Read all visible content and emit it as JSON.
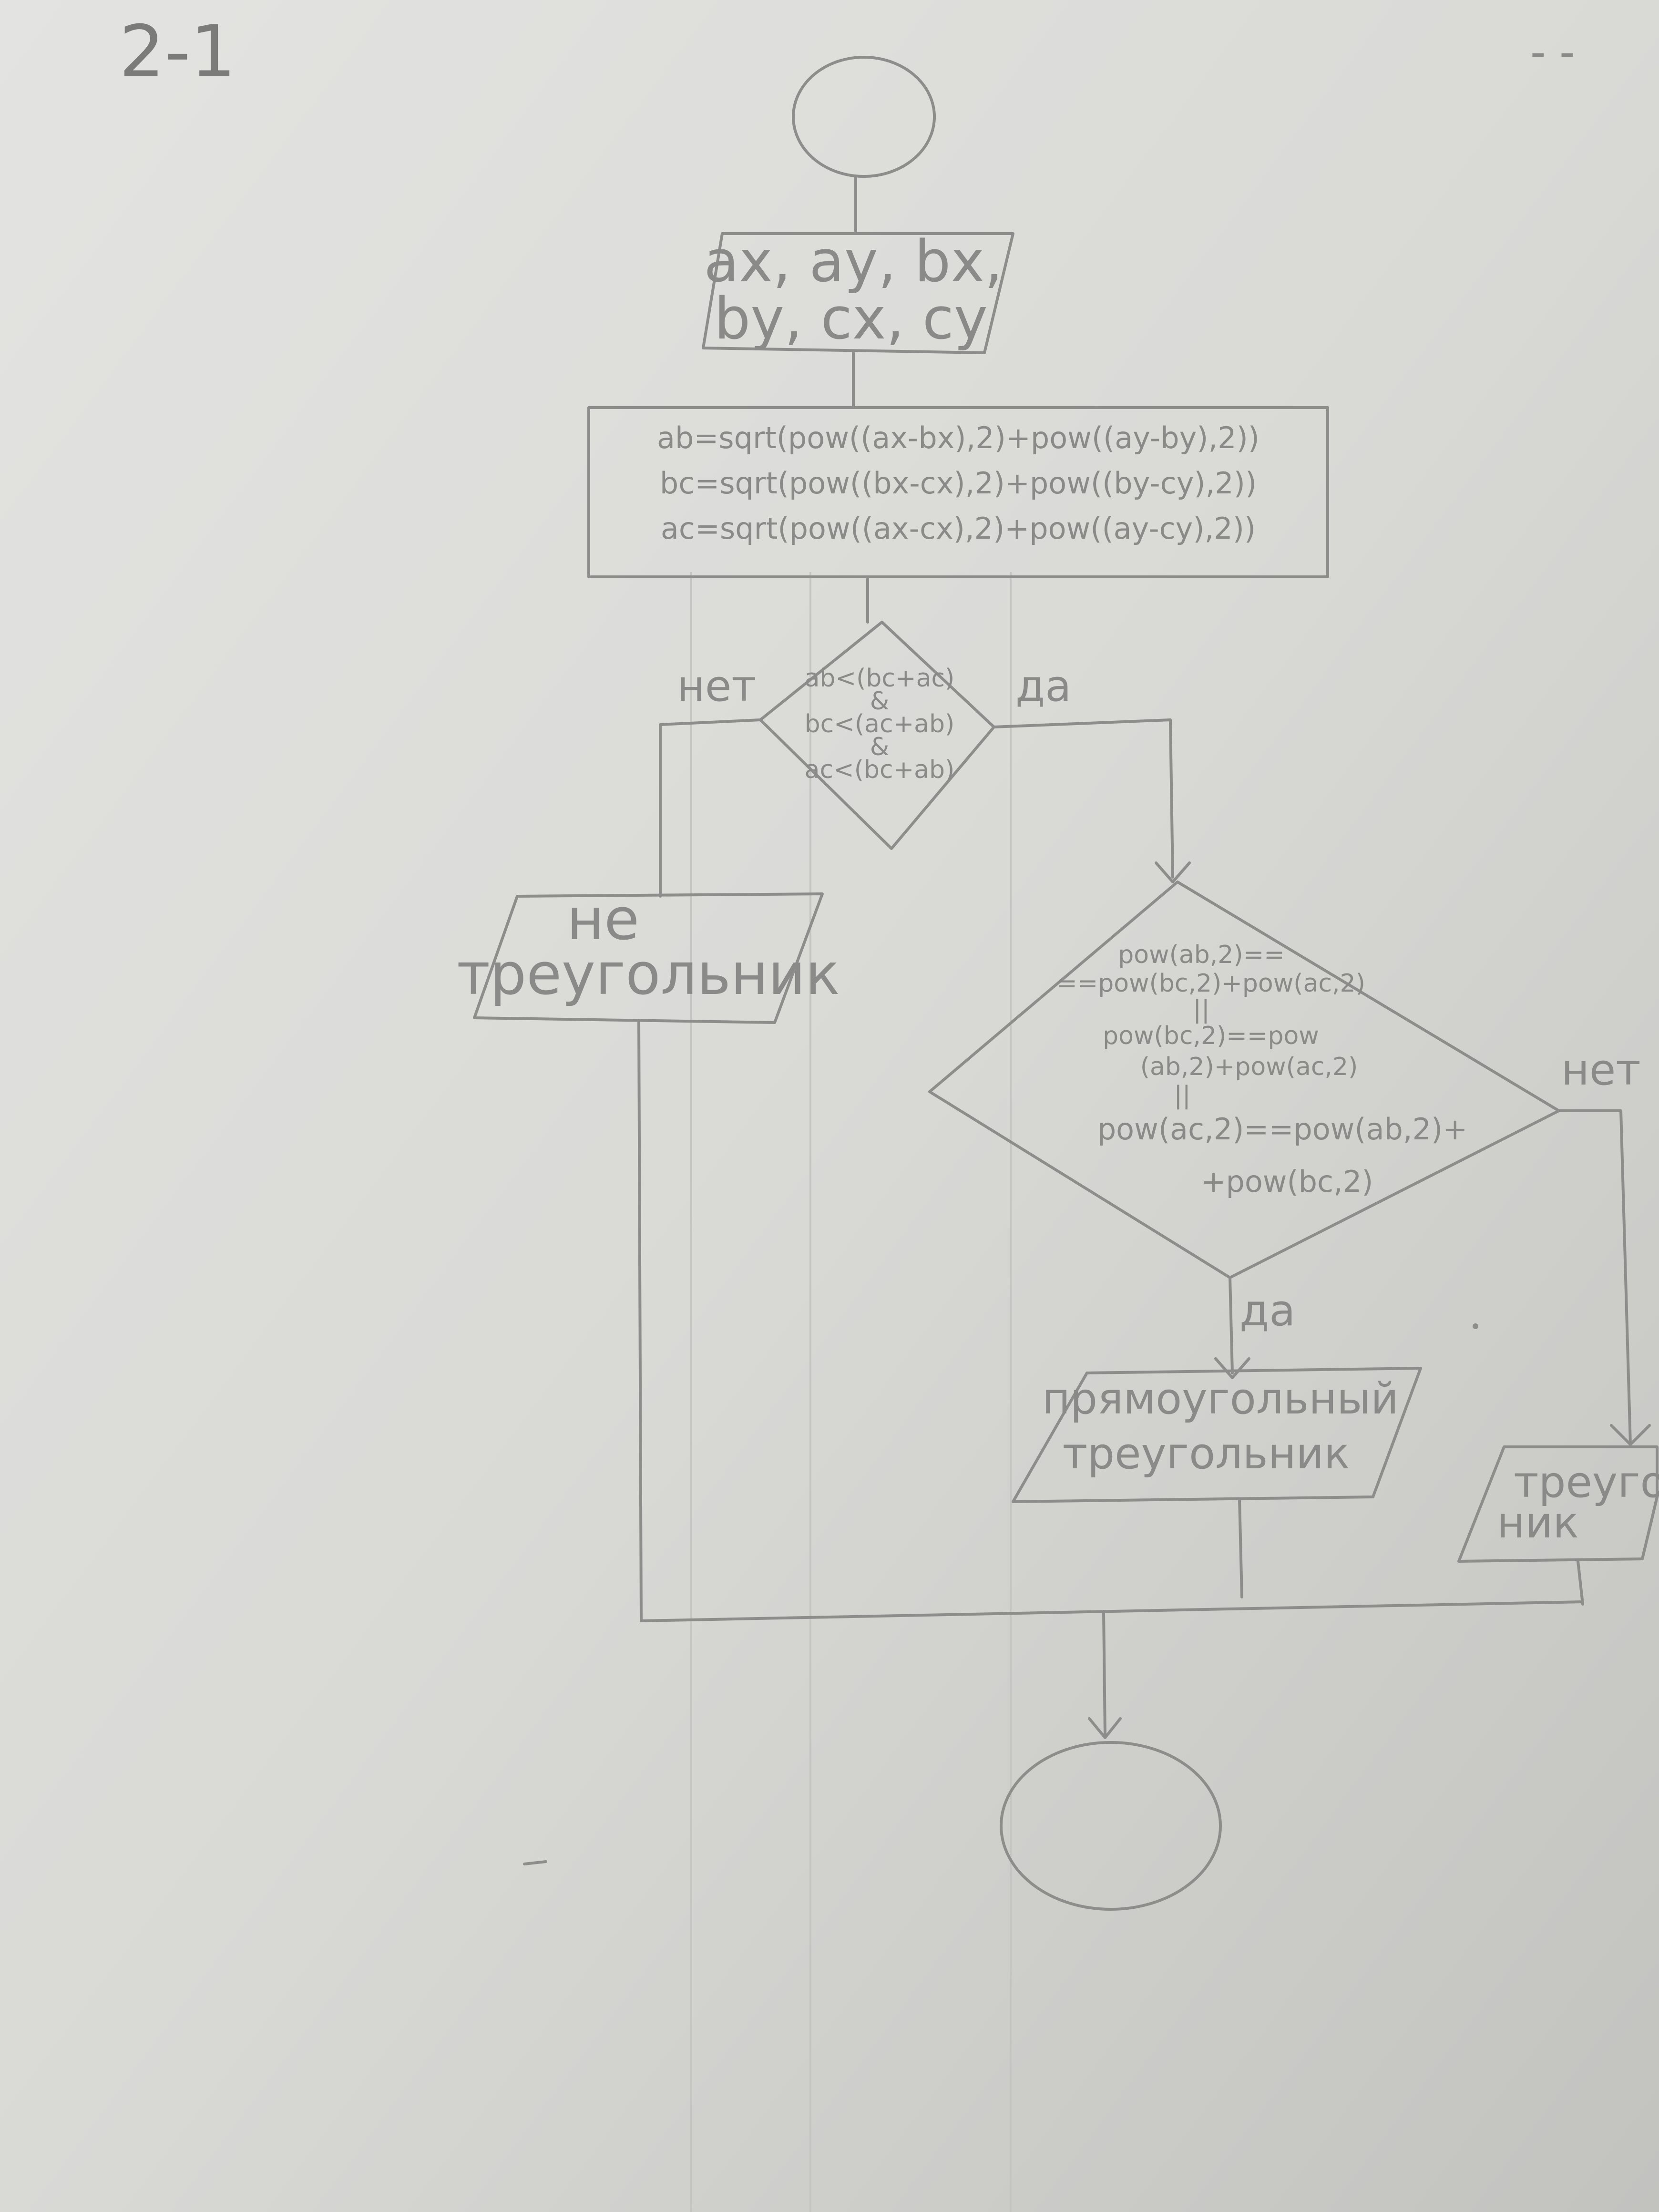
{
  "page_label": "2-1",
  "corner_mark": "- -",
  "input": {
    "line1": "ax, ay, bx,",
    "line2": "by, cx, cy"
  },
  "process": {
    "line1": "ab=sqrt(pow((ax-bx),2)+pow((ay-by),2))",
    "line2": "bc=sqrt(pow((bx-cx),2)+pow((by-cy),2))",
    "line3": "ac=sqrt(pow((ax-cx),2)+pow((ay-cy),2))"
  },
  "decision1": {
    "line1": "ab<(bc+ac)",
    "op1": "&",
    "line2": "bc<(ac+ab)",
    "op2": "&",
    "line3": "ac<(bc+ab)",
    "no_label": "нет",
    "yes_label": "да"
  },
  "output_not_triangle": {
    "line1": "не",
    "line2": "треугольник"
  },
  "decision2": {
    "line1": "pow(ab,2)==",
    "line2": "==pow(bc,2)+pow(ac,2)",
    "op1": "||",
    "line3": "pow(bc,2)==pow",
    "line4": "(ab,2)+pow(ac,2)",
    "op2": "||",
    "line5": "pow(ac,2)==pow(ab,2)+",
    "line6": "+pow(bc,2)",
    "no_label": "нет",
    "yes_label": "да"
  },
  "output_right_triangle": {
    "line1": "прямоугольный",
    "line2": "треугольник"
  },
  "output_triangle": {
    "line1": "треуголь",
    "line2": "ник"
  }
}
